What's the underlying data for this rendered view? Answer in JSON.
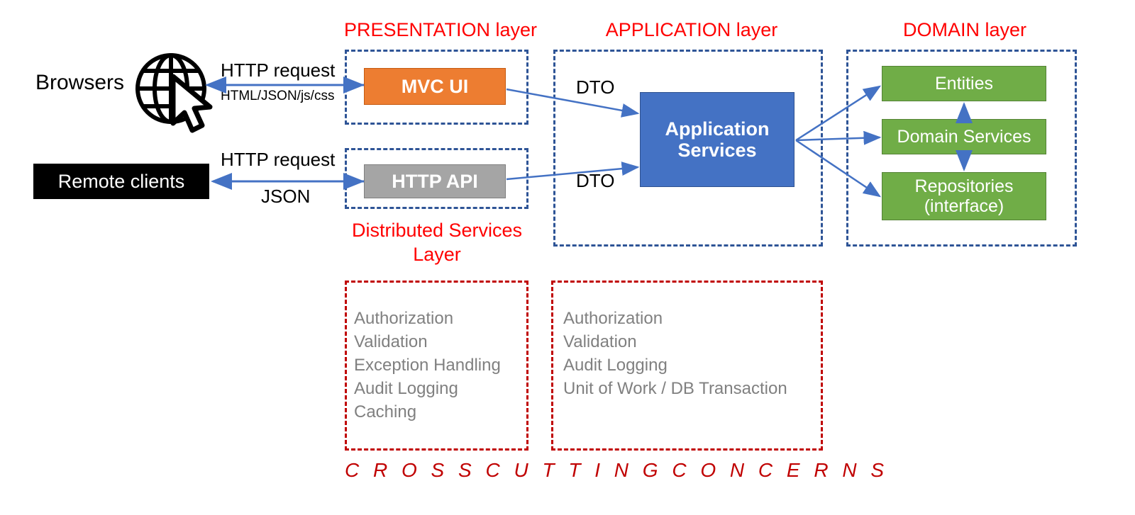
{
  "diagram": {
    "title_presentation": "PRESENTATION layer",
    "title_application": "APPLICATION layer",
    "title_domain": "DOMAIN layer",
    "title_distributed_1": "Distributed Services",
    "title_distributed_2": "Layer",
    "cross_cutting_footer": "C R O S S   C U T T I N G   C O N C E R N S"
  },
  "actors": {
    "browsers": "Browsers",
    "remote_clients": "Remote clients",
    "globe_icon": "globe-icon",
    "cursor_icon": "cursor-arrow-icon"
  },
  "nodes": {
    "mvc_ui": "MVC UI",
    "http_api": "HTTP API",
    "application_services_line1": "Application",
    "application_services_line2": "Services",
    "entities": "Entities",
    "domain_services": "Domain Services",
    "repositories_line1": "Repositories",
    "repositories_line2": "(interface)"
  },
  "edges": {
    "http_request_top": "HTTP request",
    "response_top": "HTML/JSON/js/css",
    "http_request_bottom": "HTTP request",
    "response_bottom": "JSON",
    "dto_top": "DTO",
    "dto_bottom": "DTO"
  },
  "cross_cutting": {
    "presentation_concerns": [
      "Authorization",
      "Validation",
      "Exception Handling",
      "Audit Logging",
      "Caching"
    ],
    "application_concerns": [
      "Authorization",
      "Validation",
      "Audit Logging",
      "Unit of Work / DB Transaction"
    ]
  },
  "colors": {
    "layer_title_red": "#FF0000",
    "cross_cutting_red": "#C00000",
    "layer_border_blue": "#2E5496",
    "arrow_blue": "#4472C4",
    "mvc_orange": "#ED7D31",
    "api_gray": "#A5A5A5",
    "app_blue": "#4472C4",
    "domain_green": "#70AD47",
    "concern_gray": "#808080"
  }
}
